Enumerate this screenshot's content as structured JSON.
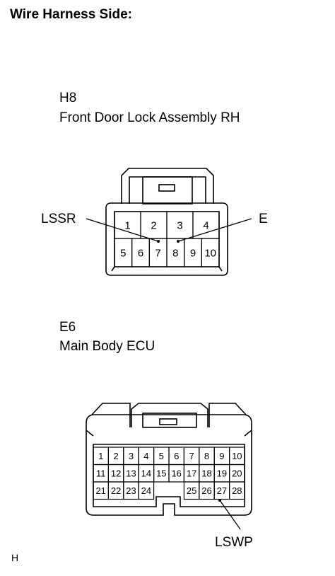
{
  "header": {
    "title": "Wire Harness Side:"
  },
  "connectors": [
    {
      "code": "H8",
      "name": "Front Door Lock Assembly RH",
      "top_row": [
        "1",
        "2",
        "3",
        "4"
      ],
      "bottom_row": [
        "5",
        "6",
        "7",
        "8",
        "9",
        "10"
      ],
      "callouts": [
        {
          "label": "LSSR",
          "pin": "7"
        },
        {
          "label": "E",
          "pin": "8"
        }
      ]
    },
    {
      "code": "E6",
      "name": "Main Body ECU",
      "rows": [
        [
          "1",
          "2",
          "3",
          "4",
          "5",
          "6",
          "7",
          "8",
          "9",
          "10"
        ],
        [
          "11",
          "12",
          "13",
          "14",
          "15",
          "16",
          "17",
          "18",
          "19",
          "20"
        ],
        [
          "21",
          "22",
          "23",
          "24",
          "",
          "",
          "25",
          "26",
          "27",
          "28"
        ]
      ],
      "callouts": [
        {
          "label": "LSWP",
          "pin": "27"
        }
      ]
    }
  ],
  "footer": {
    "mark": "H"
  }
}
